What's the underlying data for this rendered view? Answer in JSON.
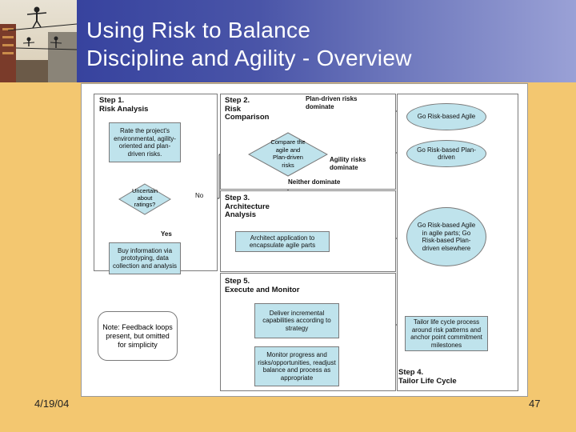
{
  "slide": {
    "title_line1": "Using Risk to Balance",
    "title_line2": "Discipline and Agility - Overview",
    "date": "4/19/04",
    "page": "47"
  },
  "diagram": {
    "step1_title": "Step 1.\nRisk Analysis",
    "step1_rate": "Rate the project's environmental, agility-oriented and plan-driven risks.",
    "step1_decision": "Uncertain about ratings?",
    "step1_no": "No",
    "step1_yes": "Yes",
    "step1_buy": "Buy information via prototyping, data collection and analysis",
    "step2_title": "Step 2.\nRisk\nComparison",
    "step2_compare": "Compare the agile and Plan-driven risks",
    "step2_plan_dominate": "Plan-driven risks dominate",
    "step2_agility_dominate": "Agility risks dominate",
    "step2_neither": "Neither dominate",
    "step3_title": "Step 3.\nArchitecture\nAnalysis",
    "step3_architect": "Architect application to encapsulate agile parts",
    "step4_title": "Step 4.\nTailor Life Cycle",
    "oval_agile": "Go Risk-based Agile",
    "oval_plan": "Go Risk-based Plan-driven",
    "oval_mixed": "Go Risk-based Agile in agile parts; Go Risk-based Plan-driven elsewhere",
    "step4_tailor": "Tailor life cycle process around risk patterns and anchor point commitment milestones",
    "step5_title": "Step 5.\nExecute and Monitor",
    "step5_deliver": "Deliver incremental capabilities according to strategy",
    "step5_monitor": "Monitor progress and risks/opportunities, readjust balance and process as appropriate",
    "note": "Note: Feedback loops present, but omitted for simplicity"
  },
  "colors": {
    "header_start": "#2f3b9a",
    "header_end": "#9aa1d6",
    "background": "#f3c770",
    "box_fill": "#bfe3ec"
  }
}
